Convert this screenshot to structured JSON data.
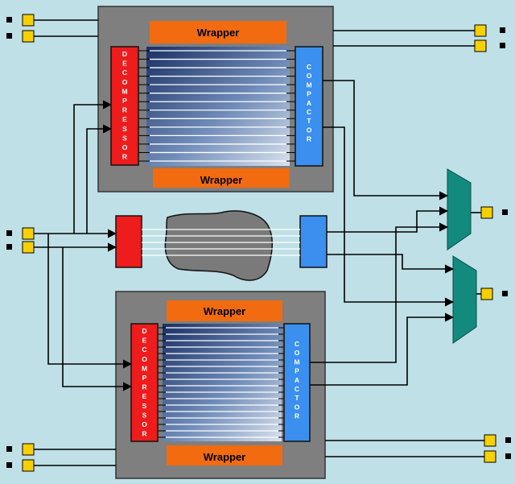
{
  "colors": {
    "background": "#bfe0e6",
    "core_box": "#7f7f7f",
    "wrapper": "#f26b10",
    "decompressor": "#ee1c1c",
    "compactor": "#3a8fef",
    "mux": "#138a7e",
    "pin": "#f7d000",
    "cloud": "#7a7a7a"
  },
  "top_core": {
    "wrapper_top_label": "Wrapper",
    "wrapper_bottom_label": "Wrapper",
    "decompressor_label": "DECOMPRESSOR",
    "compactor_label": "COMPACTOR"
  },
  "bottom_core": {
    "wrapper_top_label": "Wrapper",
    "wrapper_bottom_label": "Wrapper",
    "decompressor_label": "DECOMPRESSOR",
    "compactor_label": "COMPACTOR"
  },
  "icons": [
    "input-pin-icon",
    "output-pin-icon",
    "multiplexer-icon",
    "logic-cloud-icon"
  ]
}
